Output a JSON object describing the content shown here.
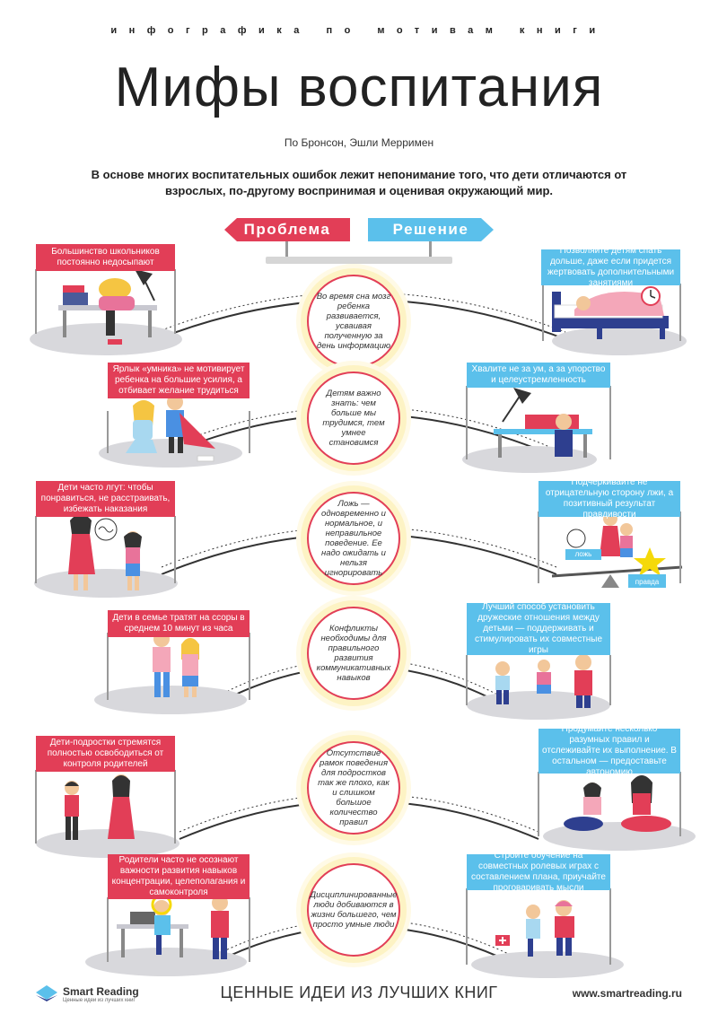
{
  "header": {
    "kicker": "инфографика по мотивам книги",
    "title": "Мифы воспитания",
    "authors": "По Бронсон, Эшли Мерримен",
    "intro": "В основе многих воспитательных ошибок лежит непонимание того, что дети отличаются от взрослых, по-другому воспринимая и оценивая окружающий мир."
  },
  "signs": {
    "problem": "Проблема",
    "solution": "Решение"
  },
  "colors": {
    "problem": "#e23e57",
    "solution": "#5bc0eb",
    "glow": "#fdf3c4"
  },
  "rows": [
    {
      "problem": "Большинство школьников постоянно недосыпают",
      "myth": "Во время сна мозг ребенка развивается, усваивая полученную за день информацию",
      "solution": "Позволяйте детям спать дольше, даже если придется жертвовать дополнительными занятиями"
    },
    {
      "problem": "Ярлык «умника» не мотивирует ребенка на большие усилия, а отбивает желание трудиться",
      "myth": "Детям важно знать: чем больше мы трудимся, тем умнее становимся",
      "solution": "Хвалите не за ум, а за упорство и целеустремленность"
    },
    {
      "problem": "Дети часто лгут: чтобы понравиться, не расстраивать, избежать наказания",
      "myth": "Ложь — одновременно и нормальное, и неправильное поведение. Ее надо ожидать и нельзя игнорировать",
      "solution": "Подчеркивайте не отрицательную сторону лжи, а позитивный результат правдивости",
      "scale_left": "ложь",
      "scale_right": "правда"
    },
    {
      "problem": "Дети в семье тратят на ссоры в среднем 10 минут из часа",
      "myth": "Конфликты необходимы для правильного развития коммуникативных навыков",
      "solution": "Лучший способ установить дружеские отношения между детьми — поддерживать и стимулировать их совместные игры"
    },
    {
      "problem": "Дети-подростки стремятся полностью освободиться от контроля родителей",
      "myth": "Отсутствие рамок поведения для подростков так же плохо, как и слишком большое количество правил",
      "solution": "Продумайте несколько разумных правил и отслеживайте их выполнение. В остальном — предоставьте автономию"
    },
    {
      "problem": "Родители часто не осознают важности развития навыков концентрации, целеполагания и самоконтроля",
      "myth": "Дисциплинированные люди добиваются в жизни большего, чем просто умные люди",
      "solution": "Стройте обучение на совместных ролевых играх с составлением плана, приучайте проговаривать мысли"
    }
  ],
  "footer": {
    "brand": "Smart Reading",
    "brand_sub": "Ценные идеи из лучших книг",
    "tagline": "ЦЕННЫЕ ИДЕИ ИЗ ЛУЧШИХ КНИГ",
    "url": "www.smartreading.ru"
  }
}
